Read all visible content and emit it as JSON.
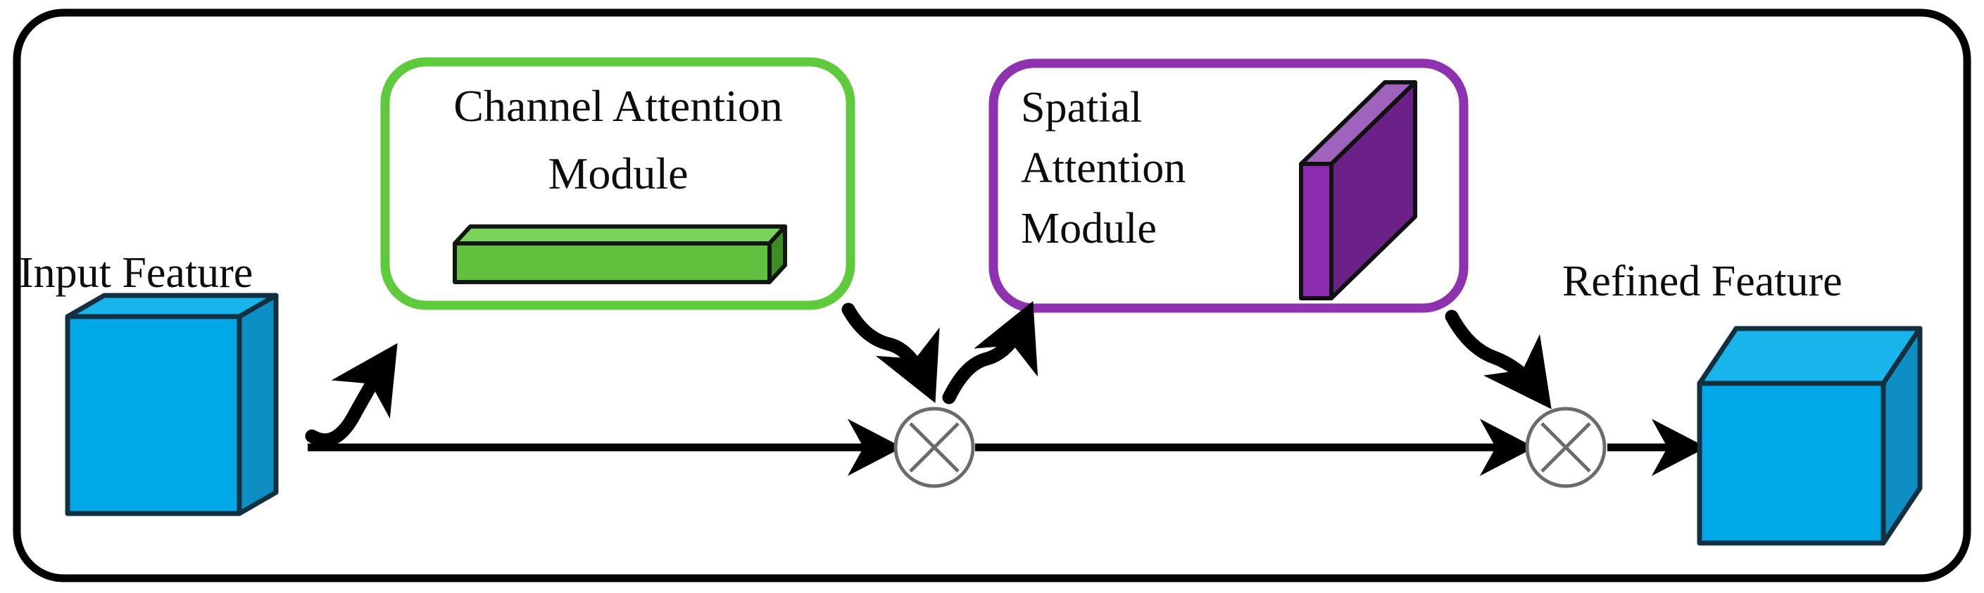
{
  "diagram": {
    "title": "CBAM Convolutional Block Attention Module flow diagram",
    "outer_border_color": "#000000",
    "background_color": "#ffffff"
  },
  "labels": {
    "input_feature": "Input Feature",
    "refined_feature": "Refined Feature"
  },
  "modules": [
    {
      "id": "channel-attention",
      "title_line1": "Channel Attention",
      "title_line2": "Module",
      "border_color": "#5ECB3C",
      "shape": "bar",
      "shape_face_color": "#61C13F",
      "shape_top_color": "#79D25A",
      "shape_side_color": "#3E8C24"
    },
    {
      "id": "spatial-attention",
      "title_line1": "Spatial",
      "title_line2": "Attention",
      "title_line3": "Module",
      "border_color": "#8E32B0",
      "shape": "slab",
      "shape_face_color": "#6C2189",
      "shape_top_color": "#9F63BC",
      "shape_side_color": "#8B2BAF"
    }
  ],
  "feature_cubes": [
    {
      "id": "input-feature-cube",
      "front_color": "#00A8E8",
      "top_color": "#18B4EC",
      "side_color": "#0E8FC4",
      "edge_color": "#123040"
    },
    {
      "id": "refined-feature-cube",
      "front_color": "#00A8E8",
      "top_color": "#18B4EC",
      "side_color": "#0E8FC4",
      "edge_color": "#123040"
    }
  ],
  "operators": [
    {
      "id": "multiply-1",
      "symbol": "⊗",
      "name": "element-wise multiplication",
      "stroke": "#6b6b6b"
    },
    {
      "id": "multiply-2",
      "symbol": "⊗",
      "name": "element-wise multiplication",
      "stroke": "#6b6b6b"
    }
  ],
  "connections": [
    {
      "id": "input-to-channel",
      "from": "input-feature-cube",
      "to": "channel-attention",
      "style": "curved-arrow"
    },
    {
      "id": "channel-to-mul1",
      "from": "channel-attention",
      "to": "multiply-1",
      "style": "curved-arrow"
    },
    {
      "id": "mul1-to-spatial",
      "from": "multiply-1",
      "to": "spatial-attention",
      "style": "curved-arrow"
    },
    {
      "id": "spatial-to-mul2",
      "from": "spatial-attention",
      "to": "multiply-2",
      "style": "curved-arrow"
    },
    {
      "id": "main-line-1",
      "from": "input-feature-cube",
      "to": "multiply-1",
      "style": "straight-arrow"
    },
    {
      "id": "main-line-2",
      "from": "multiply-1",
      "to": "multiply-2",
      "style": "straight-arrow"
    },
    {
      "id": "mul2-to-refined",
      "from": "multiply-2",
      "to": "refined-feature-cube",
      "style": "straight-arrow"
    }
  ]
}
